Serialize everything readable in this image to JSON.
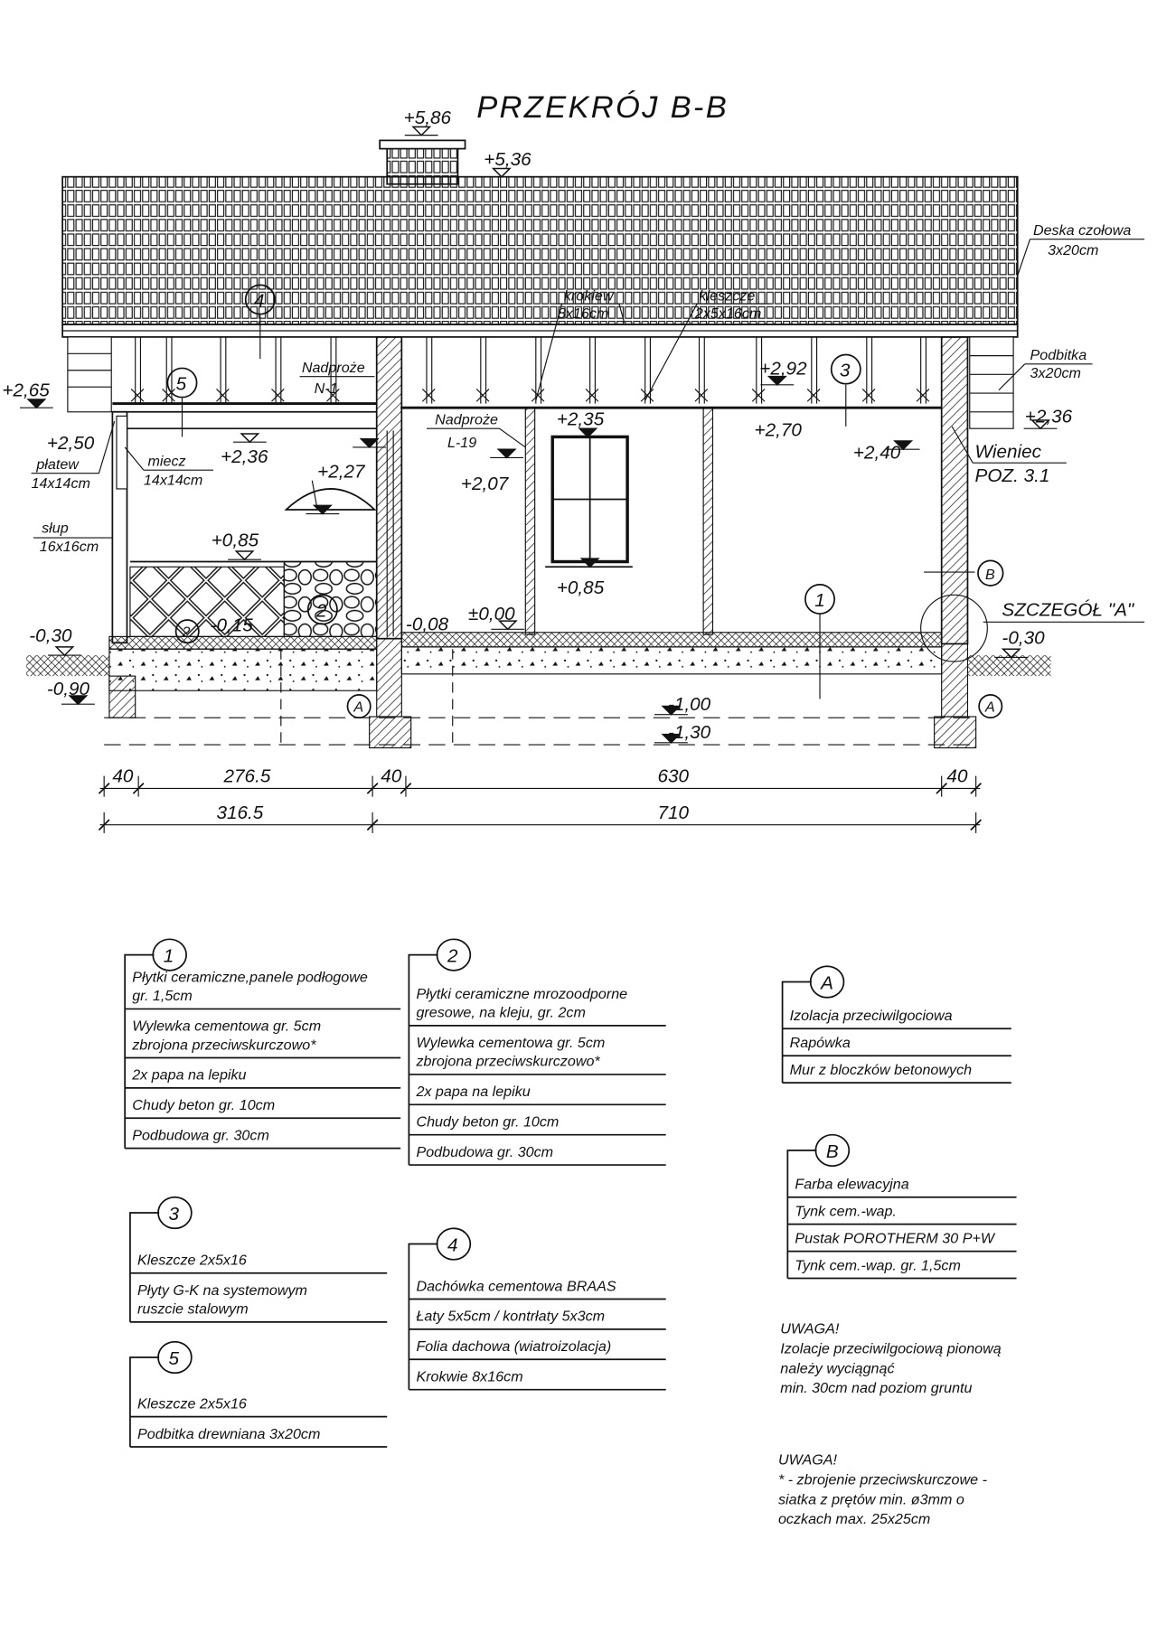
{
  "title": "PRZEKRÓJ B-B",
  "section_labels": {
    "chimney_top": "+5,86",
    "ridge": "+5,36",
    "eave_left": "+2,65",
    "platew_level": "+2,50",
    "platew": "płatew",
    "platew_size": "14x14cm",
    "miecz": "miecz",
    "miecz_size": "14x14cm",
    "porch_ceiling": "+2,36",
    "nadproze_n1": "Nadproże",
    "n1": "N-1",
    "lamp_level": "+2,27",
    "nadproze_l19": "Nadproże",
    "l19": "L-19",
    "door_head": "+2,07",
    "window_head": "+2,35",
    "krokiew": "krokiew",
    "krokiew_size": "8x16cm",
    "kleszcze": "kleszcze",
    "kleszcze_size": "2x5x16cm",
    "attic_level": "+2,92",
    "ceiling_level": "+2,70",
    "wieniec_level": "+2,40",
    "deska": "Deska czołowa",
    "deska_size": "3x20cm",
    "podbitka": "Podbitka",
    "podbitka_size": "3x20cm",
    "eave_right": "+2,36",
    "wieniec": "Wieniec",
    "wieniec_poz": "POZ. 3.1",
    "slup": "słup",
    "slup_size": "16x16cm",
    "railing_level": "+0,85",
    "window_sill": "+0,85",
    "ground_left": "-0,30",
    "footing_left": "-0,90",
    "porch_step": "-0,08",
    "floor_zero": "±0,00",
    "porch_floor": "-0,15",
    "detail": "SZCZEGÓŁ \"A\"",
    "ground_right": "-0,30",
    "found_1": "-1,00",
    "found_2": "-1,30",
    "tag_1": "1",
    "tag_2": "2",
    "tag_3": "3",
    "tag_4": "4",
    "tag_5": "5",
    "tag_a": "A",
    "tag_b": "B"
  },
  "dimensions": {
    "row1": [
      "40",
      "276.5",
      "40",
      "630",
      "40"
    ],
    "row2": [
      "316.5",
      "710"
    ]
  },
  "legends": [
    {
      "tag": "1",
      "rows": [
        [
          "Płytki ceramiczne,panele podłogowe",
          "gr. 1,5cm"
        ],
        [
          "Wylewka cementowa gr. 5cm",
          "zbrojona przeciwskurczowo*"
        ],
        [
          "2x papa na lepiku"
        ],
        [
          "Chudy beton gr. 10cm"
        ],
        [
          "Podbudowa gr. 30cm"
        ]
      ]
    },
    {
      "tag": "2",
      "rows": [
        [
          "Płytki ceramiczne mrozoodporne",
          "gresowe, na kleju, gr. 2cm"
        ],
        [
          "Wylewka cementowa gr. 5cm",
          "zbrojona przeciwskurczowo*"
        ],
        [
          "2x papa na lepiku"
        ],
        [
          "Chudy beton gr. 10cm"
        ],
        [
          "Podbudowa gr. 30cm"
        ]
      ]
    },
    {
      "tag": "3",
      "rows": [
        [
          "Kleszcze 2x5x16"
        ],
        [
          "Płyty G-K na systemowym",
          "ruszcie stalowym"
        ]
      ]
    },
    {
      "tag": "4",
      "rows": [
        [
          "Dachówka cementowa BRAAS"
        ],
        [
          "Łaty 5x5cm / kontrłaty 5x3cm"
        ],
        [
          "Folia dachowa (wiatroizolacja)"
        ],
        [
          "Krokwie 8x16cm"
        ]
      ]
    },
    {
      "tag": "5",
      "rows": [
        [
          "Kleszcze 2x5x16"
        ],
        [
          "Podbitka drewniana 3x20cm"
        ]
      ]
    },
    {
      "tag": "A",
      "rows": [
        [
          "Izolacja przeciwilgociowa"
        ],
        [
          "Rapówka"
        ],
        [
          "Mur z bloczków betonowych"
        ]
      ]
    },
    {
      "tag": "B",
      "rows": [
        [
          "Farba elewacyjna"
        ],
        [
          "Tynk cem.-wap."
        ],
        [
          "Pustak POROTHERM 30 P+W"
        ],
        [
          "Tynk cem.-wap. gr. 1,5cm"
        ]
      ]
    }
  ],
  "notes": [
    [
      "UWAGA!",
      "Izolacje przeciwilgociową pionową",
      "należy wyciągnąć",
      "min. 30cm nad poziom gruntu"
    ],
    [
      "UWAGA!",
      "* - zbrojenie przeciwskurczowe -",
      "siatka z prętów min. ø3mm o",
      "oczkach max. 25x25cm"
    ]
  ]
}
